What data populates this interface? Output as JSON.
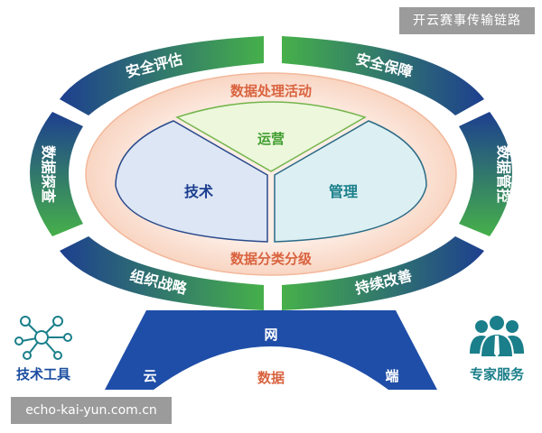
{
  "badge": "开云赛事传输链路",
  "footer": "echo-kai-yun.com.cn",
  "ring": {
    "top_left": "安全评估",
    "top_right": "安全保障",
    "left": "数据探查",
    "right": "数据管控",
    "bottom_left": "组织战略",
    "bottom_right": "持续改善"
  },
  "ellipse": {
    "top_label": "数据处理活动",
    "bottom_label": "数据分类分级"
  },
  "core": {
    "top": "运营",
    "left": "技术",
    "right": "管理"
  },
  "base": {
    "top": "网",
    "left": "云",
    "center": "数据",
    "right": "端"
  },
  "icons": {
    "left_label": "技术工具",
    "right_label": "专家服务"
  },
  "colors": {
    "navy": "#1d3f8f",
    "green": "#3fae49",
    "orange": "#d9633f",
    "teal": "#1a7f8a"
  }
}
